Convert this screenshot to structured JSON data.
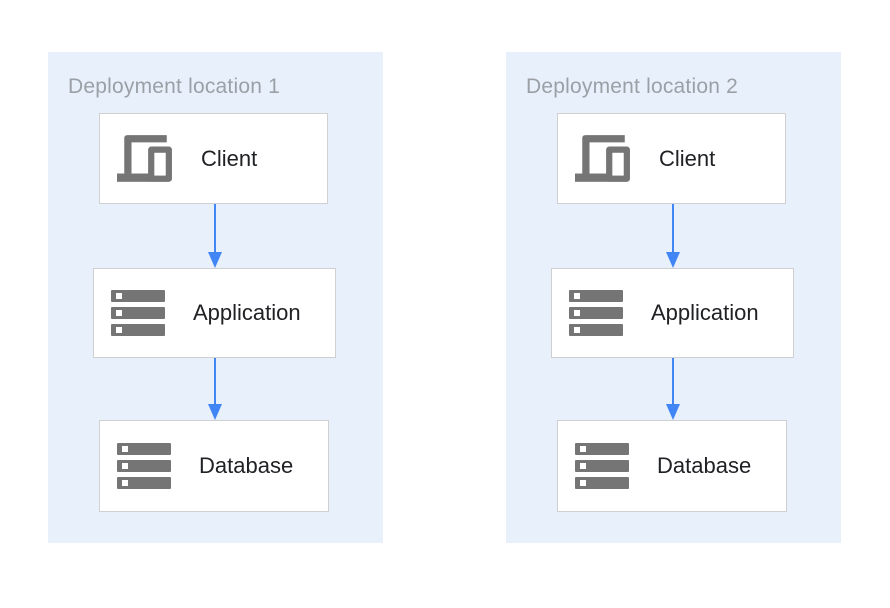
{
  "colors": {
    "canvas_bg": "#ffffff",
    "panel_bg": "#e8f1fb",
    "panel_title_gray": "#9aa0a6",
    "box_bg": "#ffffff",
    "box_border": "#d0d0d0",
    "label_text": "#202124",
    "icon_gray": "#757575",
    "arrow_blue": "#4285f4"
  },
  "diagram": {
    "panels": [
      {
        "title": "Deployment location 1",
        "nodes": [
          {
            "label": "Client",
            "icon": "devices-icon"
          },
          {
            "label": "Application",
            "icon": "server-stack-icon"
          },
          {
            "label": "Database",
            "icon": "server-stack-icon"
          }
        ]
      },
      {
        "title": "Deployment location 2",
        "nodes": [
          {
            "label": "Client",
            "icon": "devices-icon"
          },
          {
            "label": "Application",
            "icon": "server-stack-icon"
          },
          {
            "label": "Database",
            "icon": "server-stack-icon"
          }
        ]
      }
    ]
  }
}
